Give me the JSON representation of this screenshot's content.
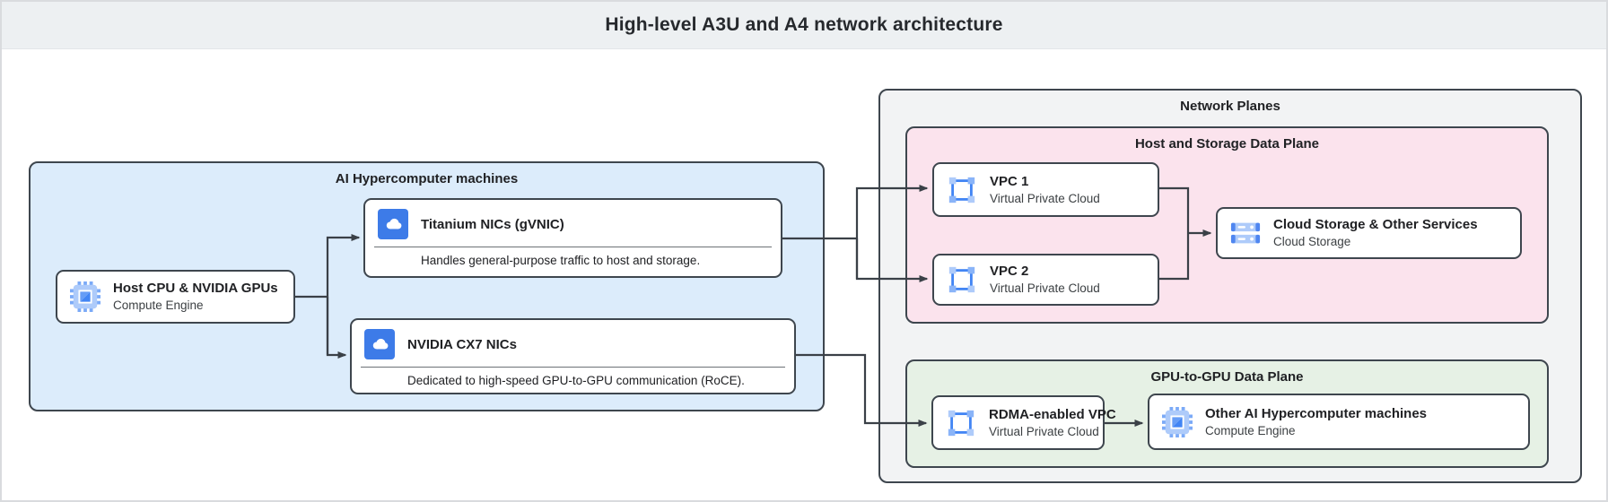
{
  "header": {
    "title": "High-level A3U and A4 network architecture"
  },
  "groups": {
    "ai": {
      "label": "AI Hypercomputer machines"
    },
    "network_planes": {
      "label": "Network Planes"
    },
    "host_storage_plane": {
      "label": "Host and Storage Data Plane"
    },
    "gpu_plane": {
      "label": "GPU-to-GPU Data Plane"
    }
  },
  "nodes": {
    "host": {
      "title": "Host CPU & NVIDIA GPUs",
      "subtitle": "Compute Engine",
      "icon": "compute-engine-icon"
    },
    "titanium": {
      "title": "Titanium NICs (gVNIC)",
      "description": "Handles general-purpose traffic to host and storage.",
      "icon": "cloud-icon"
    },
    "cx7": {
      "title": "NVIDIA CX7 NICs",
      "description": "Dedicated to high-speed GPU-to-GPU communication (RoCE).",
      "icon": "cloud-icon"
    },
    "vpc1": {
      "title": "VPC 1",
      "subtitle": "Virtual Private Cloud",
      "icon": "vpc-icon"
    },
    "vpc2": {
      "title": "VPC 2",
      "subtitle": "Virtual Private Cloud",
      "icon": "vpc-icon"
    },
    "storage": {
      "title": "Cloud Storage & Other Services",
      "subtitle": "Cloud Storage",
      "icon": "cloud-storage-icon"
    },
    "rdma": {
      "title": "RDMA-enabled VPC",
      "subtitle": "Virtual Private Cloud",
      "icon": "vpc-icon"
    },
    "other": {
      "title": "Other AI Hypercomputer machines",
      "subtitle": "Compute Engine",
      "icon": "compute-engine-icon"
    }
  },
  "edges": [
    {
      "from": "host",
      "to": "titanium"
    },
    {
      "from": "host",
      "to": "cx7"
    },
    {
      "from": "titanium",
      "to": "vpc1"
    },
    {
      "from": "titanium",
      "to": "vpc2"
    },
    {
      "from": "vpc1",
      "to": "storage"
    },
    {
      "from": "vpc2",
      "to": "storage"
    },
    {
      "from": "cx7",
      "to": "rdma"
    },
    {
      "from": "rdma",
      "to": "other"
    }
  ],
  "colors": {
    "header_bg": "#edf0f2",
    "ai_group_bg": "#dcecfb",
    "network_planes_bg": "#f2f3f4",
    "host_storage_plane_bg": "#fbe3ed",
    "gpu_plane_bg": "#e6f1e5",
    "border": "#3e464e",
    "arrow": "#3a4047",
    "icon_blue": "#3d7be8",
    "icon_blue_dark": "#4285f4",
    "icon_blue_mid": "#669df6",
    "icon_blue_light": "#aecbfa"
  }
}
